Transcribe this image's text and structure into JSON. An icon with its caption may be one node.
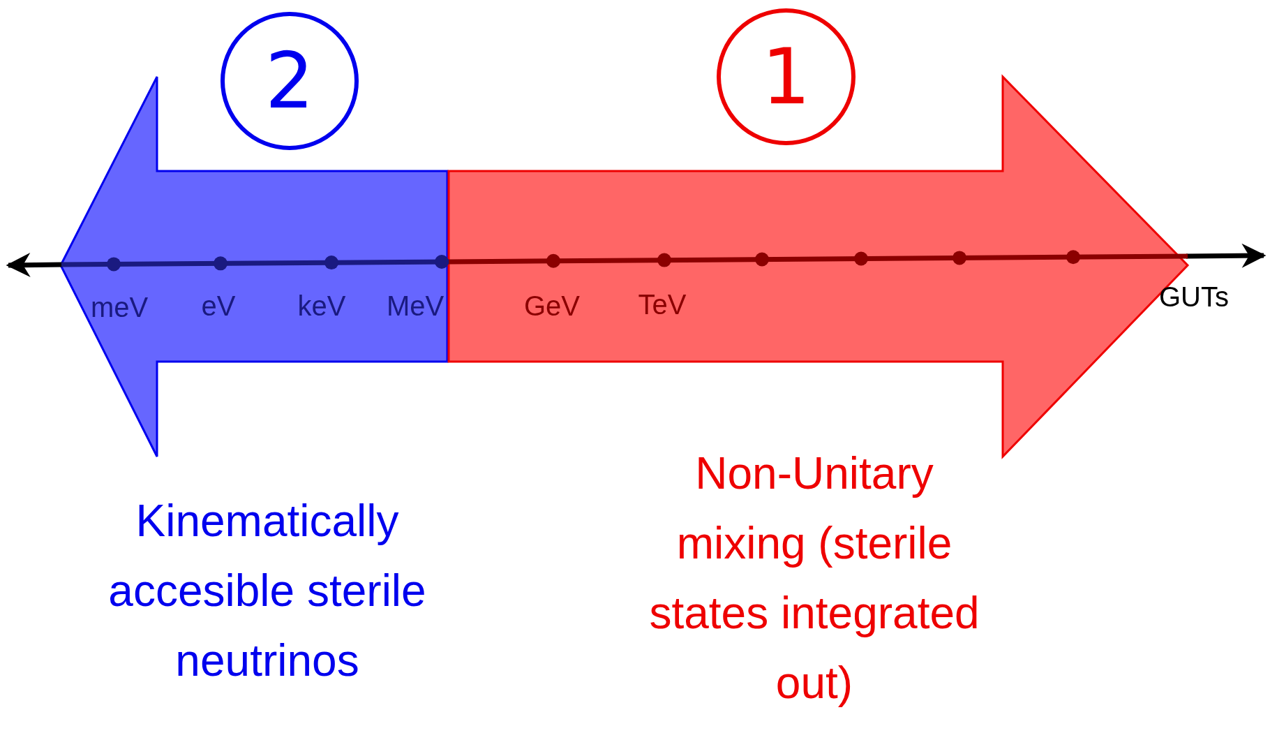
{
  "diagram": {
    "nodes": [
      {
        "text": [
          "2"
        ]
      },
      {
        "text": [
          "1"
        ]
      }
    ],
    "labels": [
      "meV",
      "eV",
      "keV",
      "MeV",
      "GeV",
      "TeV",
      "GUTs",
      "Kinematically accesible sterile neutrinos",
      "Non-Unitary mixing (sterile states integrated out)"
    ]
  }
}
